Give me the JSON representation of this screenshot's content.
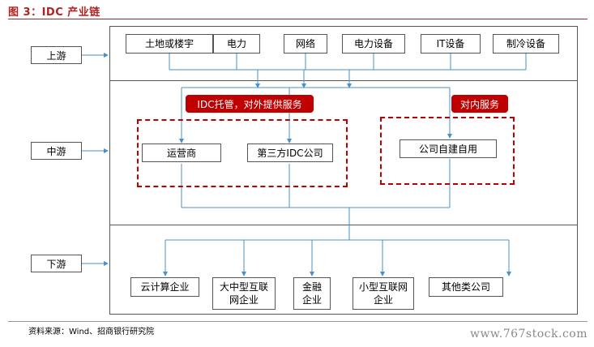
{
  "title": "图 3：IDC 产业链",
  "stages": {
    "upstream": "上游",
    "midstream": "中游",
    "downstream": "下游"
  },
  "upstream_items": [
    "土地或楼宇",
    "电力",
    "网络",
    "电力设备",
    "IT设备",
    "制冷设备"
  ],
  "mid_tags": {
    "external": "IDC托管，对外提供服务",
    "internal": "对内服务"
  },
  "mid_items": {
    "operator": "运营商",
    "third_party": "第三方IDC公司",
    "self_built": "公司自建自用"
  },
  "downstream_items": [
    "云计算企业",
    "大中型互联网企业",
    "金融企业",
    "小型互联网企业",
    "其他类公司"
  ],
  "source": "资料来源：Wind、招商银行研究院",
  "watermark": "www.767stock.com",
  "colors": {
    "accent": "#c00000",
    "line": "#4a90c8"
  }
}
